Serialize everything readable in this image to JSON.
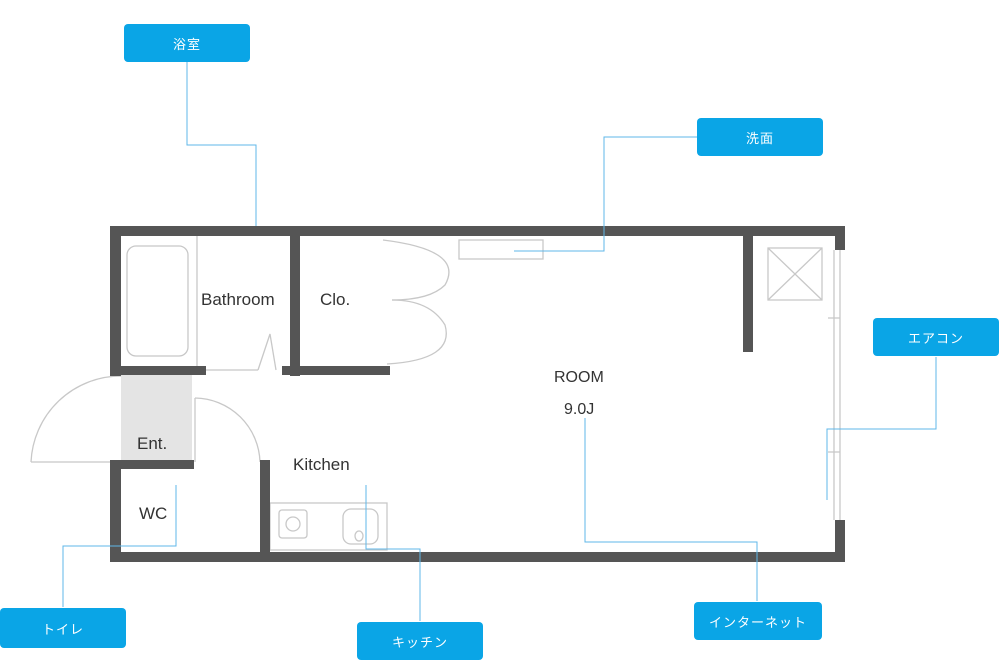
{
  "rooms": {
    "bathroom": "Bathroom",
    "closet": "Clo.",
    "room": "ROOM",
    "room_size": "9.0J",
    "entrance": "Ent.",
    "kitchen": "Kitchen",
    "wc": "WC"
  },
  "callouts": {
    "bath": "浴室",
    "washbasin": "洗面",
    "aircon": "エアコン",
    "toilet": "トイレ",
    "kitchen": "キッチン",
    "internet": "インターネット"
  },
  "colors": {
    "wall": "#555555",
    "callout_bg": "#0aa5e6",
    "leader": "#5fb7e8",
    "fixture": "#c8c8c8",
    "entrance_floor": "#e4e4e4"
  }
}
